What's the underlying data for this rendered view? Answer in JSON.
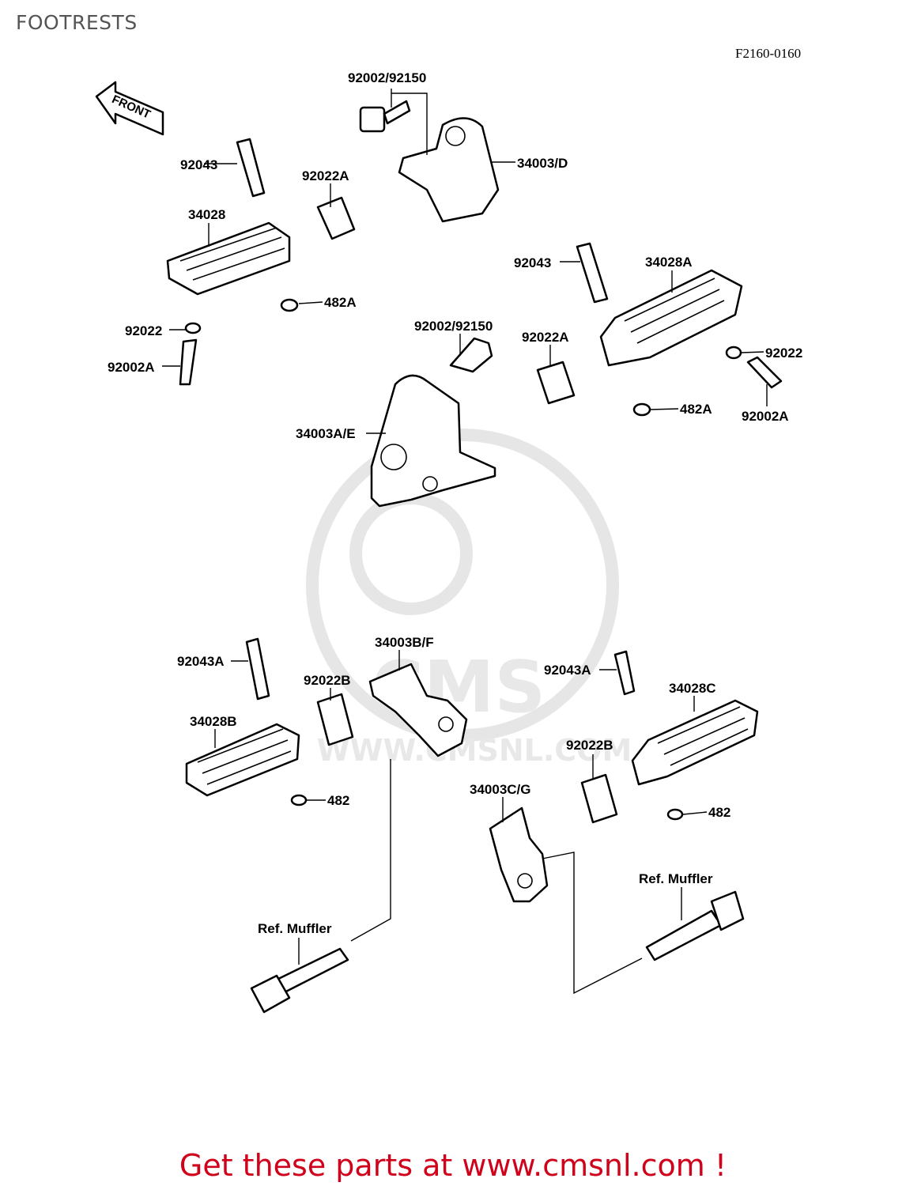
{
  "header": {
    "title": "FOOTRESTS",
    "diagram_code": "F2160-0160"
  },
  "arrow": {
    "text": "FRONT"
  },
  "watermark": {
    "logo_text": "CMS",
    "url_text": "WWW.CMSNL.COM"
  },
  "labels": {
    "l1": "92002/92150",
    "l2": "34003/D",
    "l3": "92043",
    "l4": "92022A",
    "l5": "34028",
    "l6": "482A",
    "l7": "92022",
    "l8": "92002A",
    "l9": "92043",
    "l10": "34028A",
    "l11": "92002/92150",
    "l12": "92022A",
    "l13": "92022",
    "l14": "482A",
    "l15": "92002A",
    "l16": "34003A/E",
    "l17": "34003B/F",
    "l18": "92043A",
    "l19": "92022B",
    "l20": "34028B",
    "l21": "482",
    "l22": "92043A",
    "l23": "34028C",
    "l24": "92022B",
    "l25": "34003C/G",
    "l26": "482",
    "l27": "Ref. Muffler",
    "l28": "Ref. Muffler"
  },
  "footer": {
    "link_text": "Get these parts at www.cmsnl.com !"
  }
}
